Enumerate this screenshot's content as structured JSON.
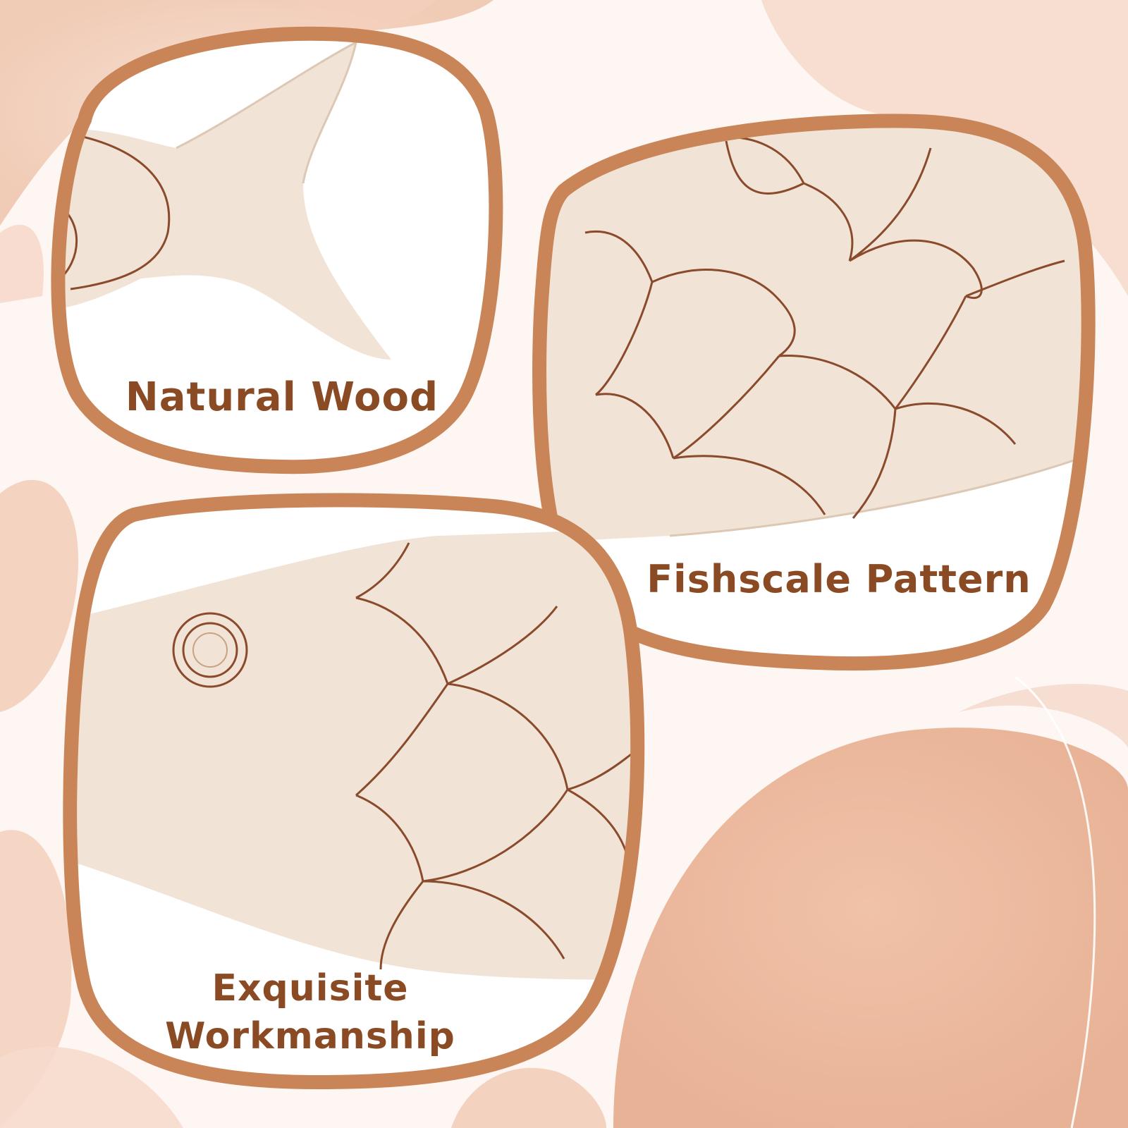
{
  "colors": {
    "background": "#fdf6f2",
    "blob": "#ebb89e",
    "blob_light": "#f5d7c6",
    "frame": "#c98557",
    "wood": "#f1e4d6",
    "wood_shadow": "#dcc8b4",
    "burn_line": "#8a4a2c",
    "caption": "#8a4a23"
  },
  "captions": {
    "natural_wood": "Natural Wood",
    "fishscale_pattern": "Fishscale Pattern",
    "workmanship_line1": "Exquisite",
    "workmanship_line2": "Workmanship"
  }
}
